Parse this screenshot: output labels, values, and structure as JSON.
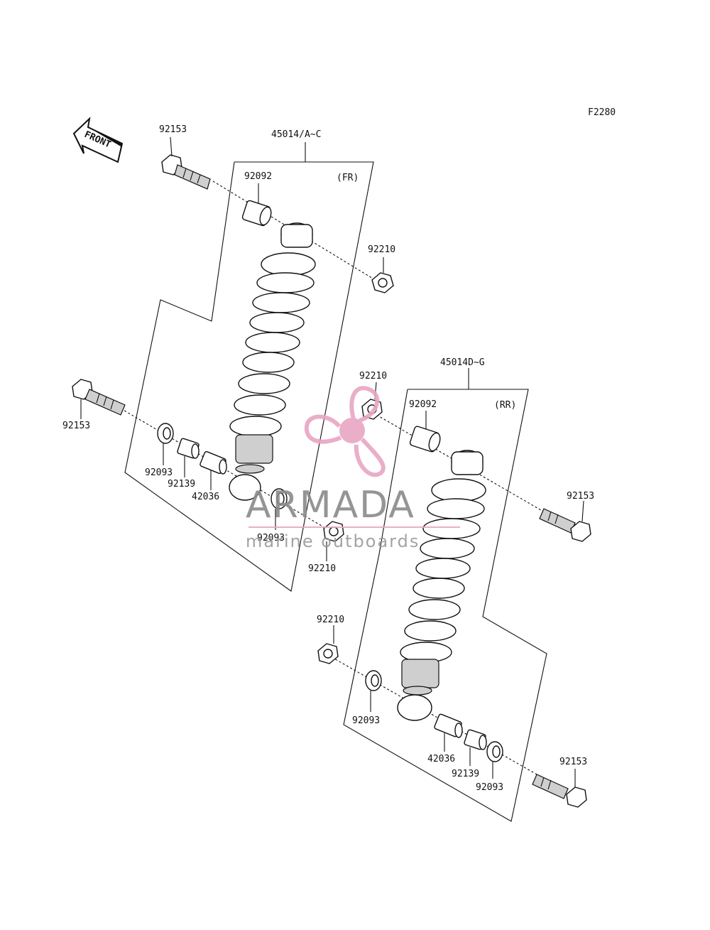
{
  "diagram_code": "F2280",
  "front_arrow": {
    "label": "FRONT",
    "icon": "front-arrow-icon"
  },
  "front_assembly": {
    "assembly_number": "45014/A~C",
    "position": "(FR)",
    "parts": {
      "top_bolt": "92153",
      "top_collar": "92092",
      "top_nut": "92210",
      "bottom_bolt": "92153",
      "bottom_seal_left": "92093",
      "bottom_bushing": "92139",
      "bottom_spacer": "42036",
      "bottom_seal_right": "92093",
      "bottom_nut": "92210"
    }
  },
  "rear_assembly": {
    "assembly_number": "45014D~G",
    "position": "(RR)",
    "parts": {
      "top_nut": "92210",
      "top_collar": "92092",
      "top_bolt": "92153",
      "bottom_nut": "92210",
      "bottom_seal_left": "92093",
      "bottom_spacer": "42036",
      "bottom_bushing": "92139",
      "bottom_seal_right": "92093",
      "bottom_bolt": "92153"
    }
  },
  "watermark": {
    "brand": "ARMADA",
    "tagline": "marine outboards",
    "color": "#e8a6c4"
  }
}
